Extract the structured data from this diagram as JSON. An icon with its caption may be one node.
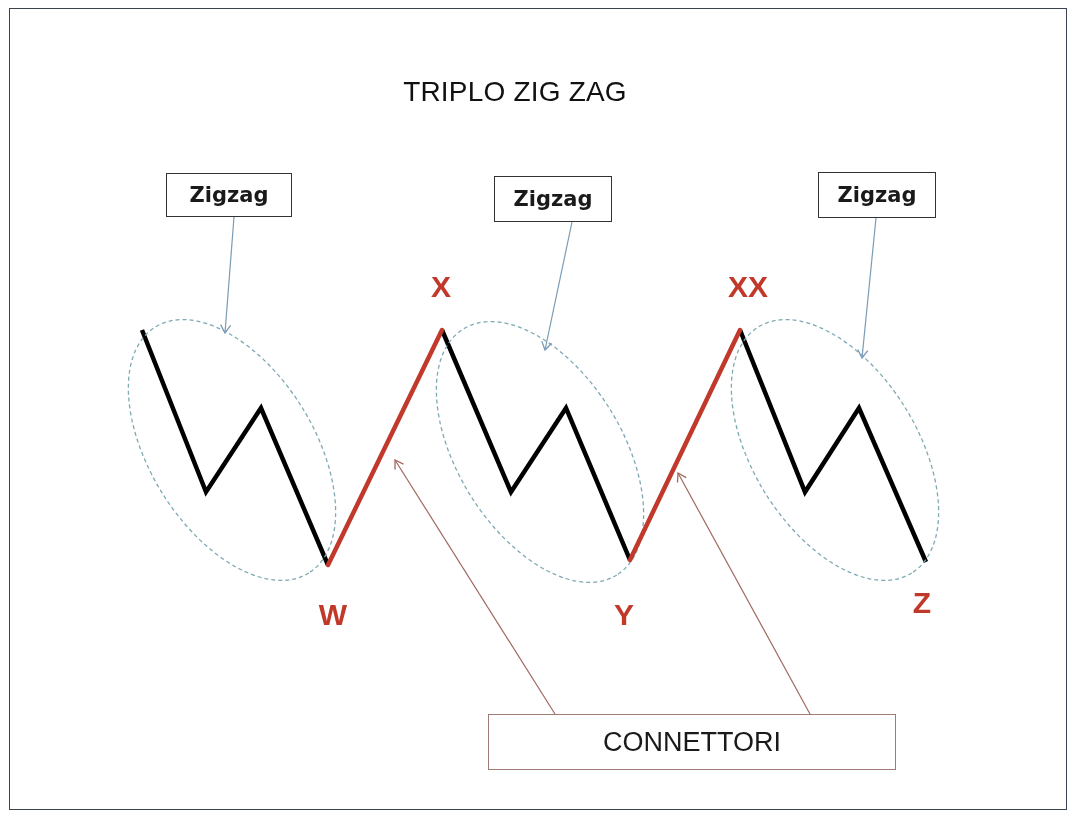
{
  "diagram": {
    "title": "TRIPLO ZIG ZAG",
    "nodes": [
      {
        "text": [
          "Zigzag"
        ]
      },
      {
        "text": [
          "Zigzag"
        ]
      },
      {
        "text": [
          "Zigzag"
        ]
      },
      {
        "text": [],
        "shape": "ellipse"
      },
      {
        "text": [],
        "shape": "ellipse"
      },
      {
        "text": [],
        "shape": "ellipse"
      },
      {
        "text": [
          "CONNETTORI"
        ]
      },
      {
        "text": [],
        "shape": "line"
      },
      {
        "text": [],
        "shape": "line"
      }
    ],
    "edges": [
      {
        "from": 0,
        "to": 3,
        "arrow": "to"
      },
      {
        "from": 1,
        "to": 4,
        "arrow": "to"
      },
      {
        "from": 2,
        "to": 5,
        "arrow": "to"
      },
      {
        "from": 6,
        "to": 7,
        "arrow": "to",
        "color": "#a0685e"
      },
      {
        "from": 6,
        "to": 8,
        "arrow": "to",
        "color": "#a0685e"
      }
    ],
    "labels": [
      "X",
      "XX",
      "W",
      "Y",
      "Z"
    ]
  }
}
